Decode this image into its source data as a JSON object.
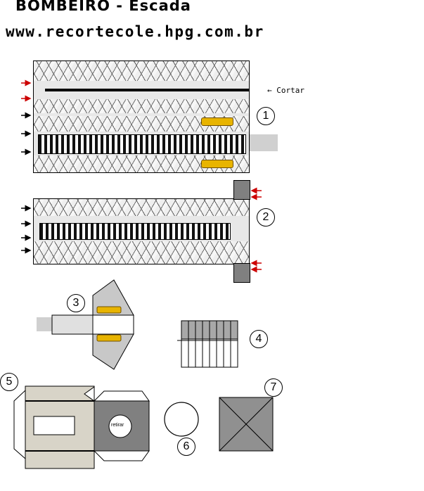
{
  "header": {
    "title": "BOMBEIRO - Escada",
    "url": "www.recortecole.hpg.com.br"
  },
  "labels": {
    "cut": "Cortar",
    "remove": "retirar"
  },
  "pieces": [
    "1",
    "2",
    "3",
    "4",
    "5",
    "6",
    "7"
  ],
  "colors": {
    "gray_dark": "#808080",
    "gray_light": "#d0d0d0",
    "yellow": "#e8b400",
    "arrow_red": "#cc0000",
    "paper": "#d8d4c8"
  },
  "icons": [
    "arrow-right-icon",
    "arrow-left-icon",
    "cut-arrow-icon"
  ]
}
